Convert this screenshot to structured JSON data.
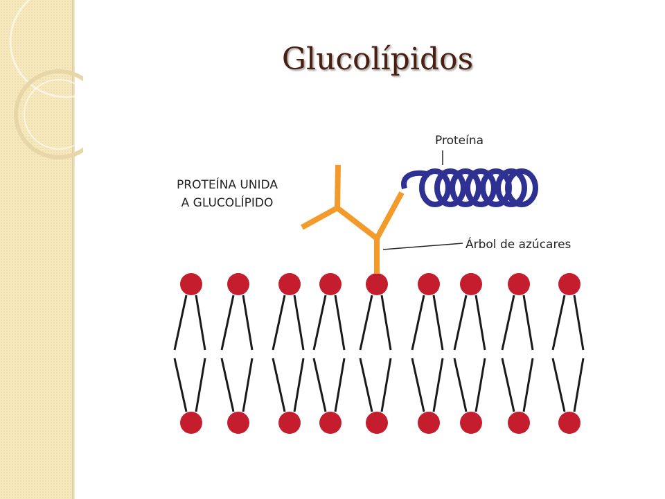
{
  "slide": {
    "title": "Glucolípidos"
  },
  "diagram": {
    "label_glycolipid_protein_line1": "PROTEÍNA UNIDA",
    "label_glycolipid_protein_line2": "A GLUCOLÍPIDO",
    "label_protein": "Proteína",
    "label_sugar_tree": "Árbol de azúcares",
    "lipid_count": 9,
    "colors": {
      "lipid_head": "#c41e2e",
      "lipid_tail": "#1a1a1a",
      "sugar_tree": "#f39a2b",
      "protein": "#2e3192",
      "title": "#4a1f12",
      "side_band": "#f7e9be"
    }
  }
}
